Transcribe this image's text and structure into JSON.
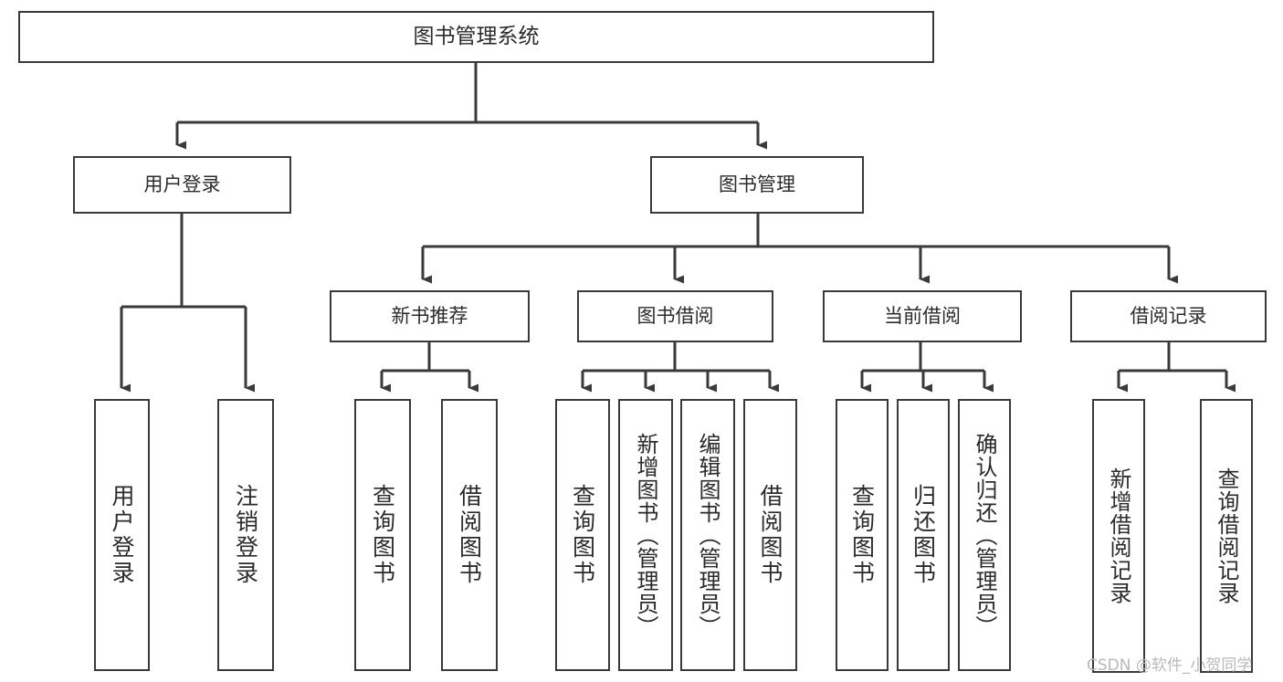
{
  "diagram": {
    "title": "图书管理系统",
    "type": "tree-hierarchy",
    "root": {
      "label": "图书管理系统"
    },
    "level1": [
      {
        "label": "用户登录"
      },
      {
        "label": "图书管理"
      }
    ],
    "level2": [
      {
        "label": "新书推荐"
      },
      {
        "label": "图书借阅"
      },
      {
        "label": "当前借阅"
      },
      {
        "label": "借阅记录"
      }
    ],
    "leaves": {
      "user_login": [
        {
          "label": "用户登录"
        },
        {
          "label": "注销登录"
        }
      ],
      "new_book_rec": [
        {
          "label": "查询图书"
        },
        {
          "label": "借阅图书"
        }
      ],
      "book_borrow": [
        {
          "label": "查询图书"
        },
        {
          "label": "新增图书（管理员）"
        },
        {
          "label": "编辑图书（管理员）"
        },
        {
          "label": "借阅图书"
        }
      ],
      "current_borrow": [
        {
          "label": "查询图书"
        },
        {
          "label": "归还图书"
        },
        {
          "label": "确认归还（管理员）"
        }
      ],
      "borrow_record": [
        {
          "label": "新增借阅记录"
        },
        {
          "label": "查询借阅记录"
        }
      ]
    }
  },
  "watermark": {
    "text": "CSDN @软件_小贺同学"
  },
  "colors": {
    "stroke": "#3a3a3a",
    "fill": "#ffffff",
    "text": "#2b2b2b",
    "watermark": "#b9b9b9"
  }
}
